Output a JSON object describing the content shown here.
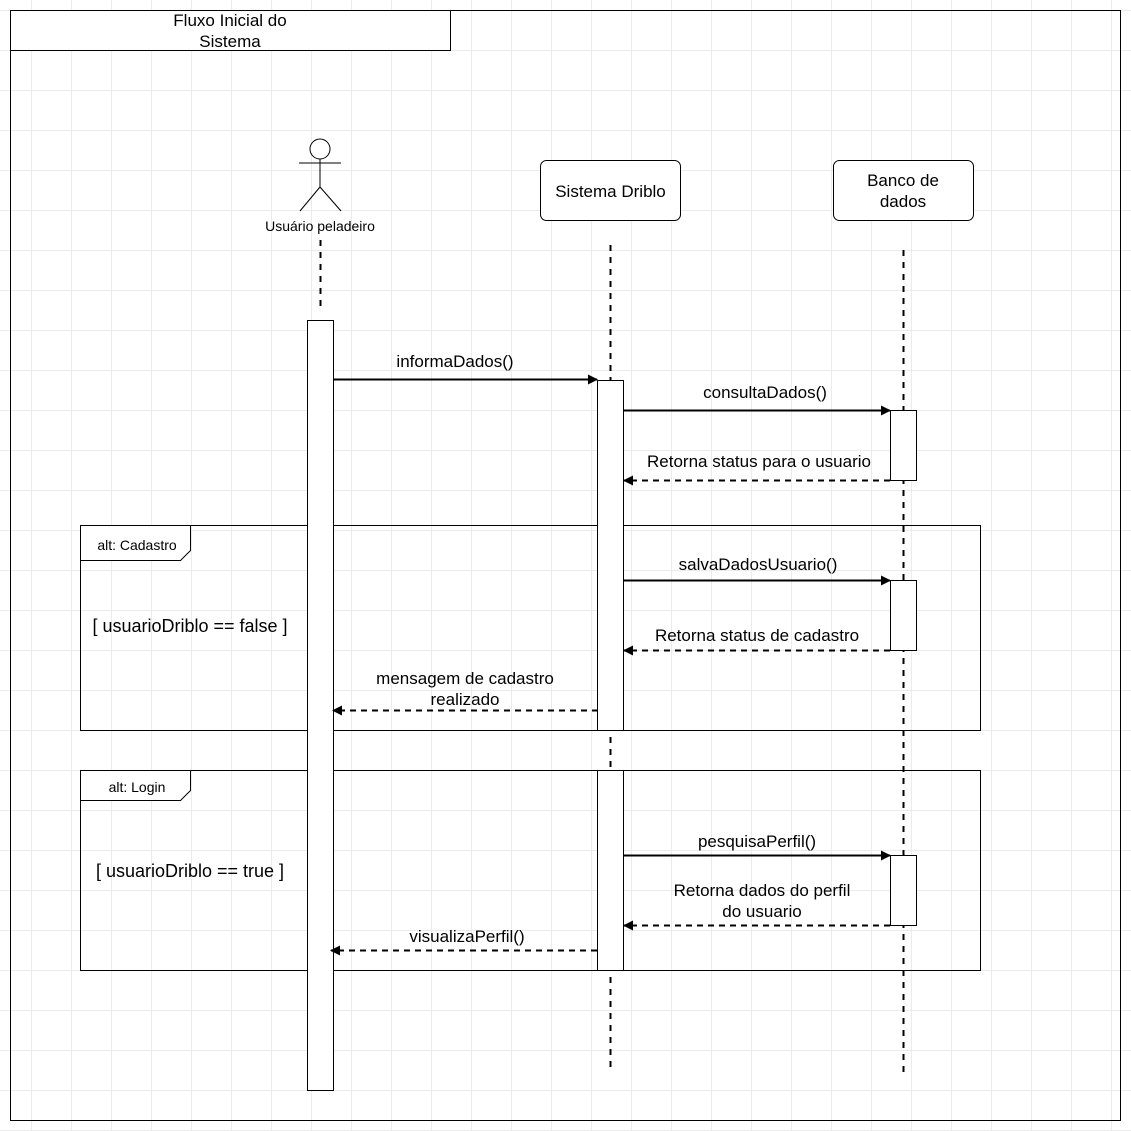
{
  "frame": {
    "title_lines": [
      "Fluxo Inicial do",
      "Sistema"
    ]
  },
  "participants": {
    "actor": {
      "label": "Usuário peladeiro"
    },
    "system": {
      "label": "Sistema Driblo"
    },
    "database": {
      "label_lines": [
        "Banco de",
        "dados"
      ]
    }
  },
  "messages": {
    "informa": "informaDados()",
    "consulta": "consultaDados()",
    "retorna_status": "Retorna status para o usuario",
    "salva": "salvaDadosUsuario()",
    "retorna_cadastro": "Retorna status de cadastro",
    "mensagem_lines": [
      "mensagem de cadastro",
      "realizado"
    ],
    "pesquisa": "pesquisaPerfil()",
    "retorna_perfil_lines": [
      "Retorna dados do perfil",
      "do usuario"
    ],
    "visualiza": "visualizaPerfil()"
  },
  "fragments": {
    "cadastro": {
      "label": "alt: Cadastro",
      "guard": "[ usuarioDriblo == false ]"
    },
    "login": {
      "label": "alt:  Login",
      "guard": "[ usuarioDriblo == true ]"
    }
  }
}
